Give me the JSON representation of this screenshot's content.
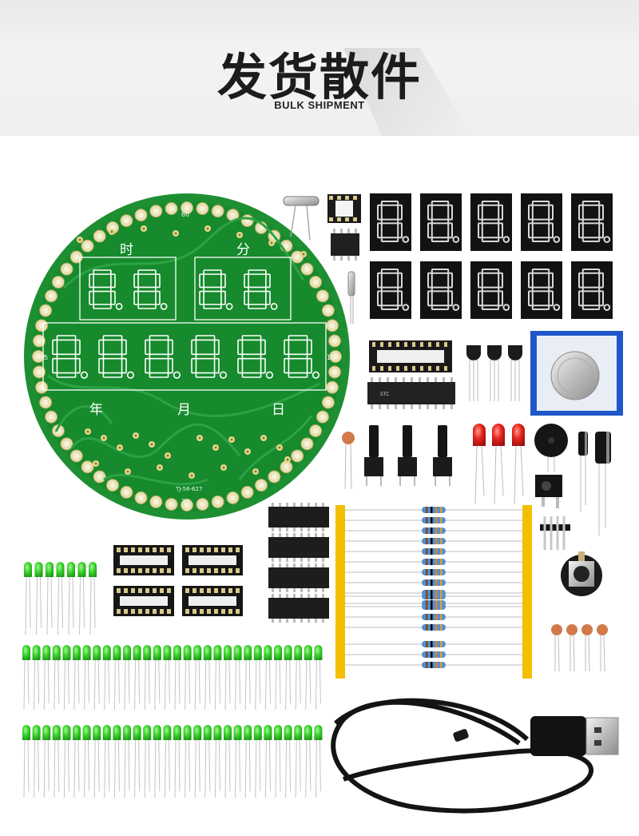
{
  "header": {
    "title": "发货散件",
    "subtitle": "BULK SHIPMENT"
  },
  "board": {
    "labels": {
      "hour": "时",
      "minute": "分",
      "year": "年",
      "month": "月",
      "day": "日",
      "tick_60": "60",
      "tick_15": "15",
      "tick_30": "30",
      "tick_45": "45",
      "model": "TJ-56-627"
    },
    "colors": {
      "pcb": "#168a2c",
      "pcb_dark": "#0f6e22",
      "led_green": "#38d32a",
      "led_red": "#e0241b",
      "display_bg": "#111111",
      "tape_yellow": "#f2c000"
    }
  },
  "parts": {
    "icons": [
      "pcb-board",
      "crystal",
      "ic-socket",
      "seven-segment-display",
      "mcu-chip",
      "transistor",
      "coin-battery",
      "push-button",
      "red-led",
      "buzzer",
      "electrolytic-capacitor",
      "dc-jack",
      "pin-header",
      "battery-holder",
      "ic-chip",
      "resistor",
      "ceramic-capacitor",
      "green-led",
      "usb-cable"
    ]
  }
}
